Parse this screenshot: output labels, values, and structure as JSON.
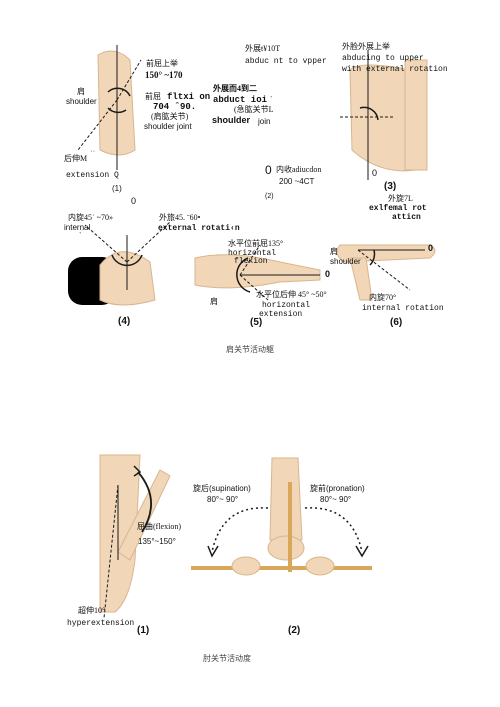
{
  "shoulder": {
    "p1": {
      "flex_cn": "前屈上举",
      "flex_range": "150° ~170",
      "shoulder_cn": "肩",
      "shoulder_en": "shoulder",
      "flexion_cn": "前屈",
      "flexion_en": "fltxi on",
      "flexion_range": "704 ˆ90.",
      "joint_cn": "(肩肱关节)",
      "joint_en": "shoulder joint",
      "ext_cn": "后伸M",
      "ext_deg": "˙˙",
      "ext_en": "extension Q",
      "num": "(1)",
      "zero": "0"
    },
    "p2": {
      "abd_cn": "外展ŧ¥10T",
      "abd_en": "abduc nt to vpper",
      "abd2_cn": "外展而4到二",
      "abd2_en": "abduct ioi",
      "abd2_tail": "ˋ",
      "joint_cn": "(急肱关节L",
      "joint_en": "shoulder",
      "joint_tail": "join",
      "zero": "0",
      "add_cn": "内收adiucdon",
      "add_range": "200 ~4CT",
      "num": "(2)"
    },
    "p3": {
      "abd_cn": "外脸外展上举",
      "abd_en1": "abducing to upper",
      "abd_en2": "with external rotation",
      "zero": "0",
      "num": "(3)",
      "rot_cn": "外旋7L",
      "rot_en1": "exlfemal rot",
      "rot_en2": "atticn"
    },
    "p4": {
      "int_cn": "内旋45˙ ~70»",
      "int_en": "internal",
      "int_sub": "ˋ",
      "ext_cn": "外旅45. ˉ60•",
      "ext_en": "external rotati‹n",
      "num": "(4)"
    },
    "p5": {
      "hflex_cn": "水平位前屈135°",
      "hflex_en1": "horizontal",
      "hflex_en2": "flexion",
      "zero": "0",
      "shoulder_cn": "肩",
      "hext_cn": "水平位后伸 45° ~50°",
      "hext_en1": "horizontal",
      "hext_en2": "extension",
      "num": "(5)"
    },
    "p6": {
      "shoulder_cn": "肩",
      "shoulder_en": "shoulder",
      "zero": "0",
      "int_cn": "内旋70°",
      "int_en": "internal rotation",
      "num": "(6)"
    },
    "caption": "肩关节活动躯"
  },
  "elbow": {
    "p1": {
      "flex_cn": "屈曲(flexion)",
      "flex_range": "135°~150°",
      "hyp_cn": "超伸10°",
      "hyp_en": "hyperextension",
      "num": "(1)"
    },
    "p2": {
      "sup_label": "旋后(supination)",
      "sup_range": "80°~ 90°",
      "pro_label": "旋前(pronation)",
      "pro_range": "80°~ 90°",
      "num": "(2)"
    },
    "caption": "肘关节活动度"
  },
  "colors": {
    "line": "#1a1a1a",
    "dash": "#333333",
    "skin": "#f1d7b8",
    "skin_edge": "#d8b58e",
    "stick": "#d9a75a"
  }
}
